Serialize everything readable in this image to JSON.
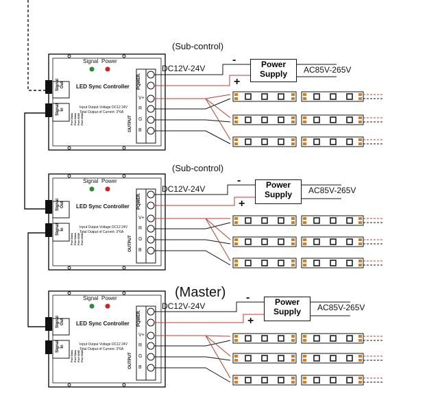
{
  "diagram": {
    "units": [
      {
        "role": "sub",
        "title": "(Sub-control)",
        "dc_label": "DC12V-24V",
        "ac_label": "AC85V-265V",
        "power_supply": "Power\nSupply"
      },
      {
        "role": "sub",
        "title": "(Sub-control)",
        "dc_label": "DC12V-24V",
        "ac_label": "AC85V-265V",
        "power_supply": "Power\nSupply"
      },
      {
        "role": "master",
        "title": "(Master)",
        "dc_label": "DC12V-24V",
        "ac_label": "AC85V-265V",
        "power_supply": "Power\nSupply"
      }
    ],
    "controller": {
      "name": "LED Sync Controller",
      "signal_label": "Signal",
      "power_label": "Power",
      "signal_led_color": "#2a8a3a",
      "power_led_color": "#d42020",
      "spec_line1": "Input Output Voltage DC12 24V",
      "spec_line2": "Total Output of Current: 3*6A",
      "port_out": "Signal Out",
      "port_in": "Signal In",
      "output_label": "OUTPUT",
      "power_term_label": "POWER",
      "terminals": [
        "-",
        "+",
        "V+",
        "R",
        "G",
        "B"
      ],
      "pin_labels": [
        "Port Data",
        "Port Data",
        "Port GND",
        "Port GND"
      ]
    },
    "plus": "+",
    "minus": "-",
    "colors": {
      "wire": "#111111",
      "red_wire": "#c0392b",
      "strip_led": "#1a1a1a",
      "strip_pad": "#d87a20"
    }
  }
}
